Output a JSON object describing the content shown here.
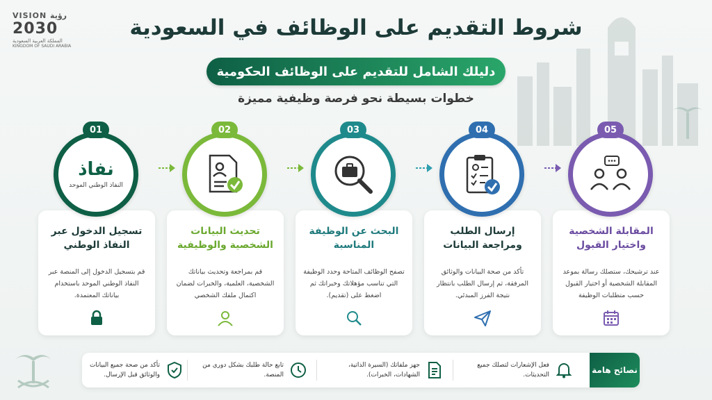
{
  "logo": {
    "vision_en": "VISION",
    "vision_ar": "رؤية",
    "year": "2030",
    "kingdom_ar": "المملكة العربية السعودية",
    "kingdom_en": "KINGDOM OF SAUDI ARABIA"
  },
  "title": "شروط التقديم على الوظائف في السعودية",
  "subtitle": "دليلك الشامل للتقديم على الوظائف الحكومية",
  "tagline": "خطوات بسيطة نحو فرصة وظيفية مميزة",
  "colors": {
    "step1": "#0e5f45",
    "step2": "#7bb93a",
    "step3": "#1f8a8c",
    "step4": "#2f6fb0",
    "step5": "#7a5bb0"
  },
  "steps": [
    {
      "number": "01",
      "circle_big": "نفاذ",
      "circle_small": "النفاذ الوطني الموحد",
      "title": "تسجيل الدخول عبر النفاذ الوطني",
      "text": "قم بتسجيل الدخول إلى المنصة عبر النفاذ الوطني الموحد باستخدام بياناتك المعتمدة.",
      "icon": "lock-icon"
    },
    {
      "number": "02",
      "title": "تحديث البيانات الشخصية والوظيفية",
      "text": "قم بمراجعة وتحديث بياناتك الشخصية، العلمية، والخبرات لضمان اكتمال ملفك الشخصي",
      "icon": "user-icon"
    },
    {
      "number": "03",
      "title": "البحث عن الوظيفة المناسبة",
      "text": "تصفح الوظائف المتاحة وحدد الوظيفة التي تناسب مؤهلاتك وخبراتك ثم اضغط على (تقديم).",
      "icon": "search-icon"
    },
    {
      "number": "04",
      "title": "إرسال الطلب ومراجعة البيانات",
      "text": "تأكد من صحة البيانات والوثائق المرفقة، ثم إرسال الطلب بانتظار نتيجة الفرز المبدئي.",
      "icon": "send-icon"
    },
    {
      "number": "05",
      "title": "المقابلة الشخصية واختيار القبول",
      "text": "عند ترشيحك، ستصلك رسالة بموعد المقابلة الشخصية أو اختيار القبول حسب متطلبات الوظيفة",
      "icon": "calendar-icon"
    }
  ],
  "tips": {
    "header": "نصائح هامة",
    "items": [
      {
        "text": "فعل الإشعارات لتصلك جميع التحديثات.",
        "icon": "bell-icon"
      },
      {
        "text": "جهز ملفاتك (السيرة الذاتية، الشهادات، الخبرات).",
        "icon": "document-icon"
      },
      {
        "text": "تابع حالة طلبك بشكل دوري من المنصة.",
        "icon": "clock-icon"
      },
      {
        "text": "تأكد من صحة جميع البيانات والوثائق قبل الإرسال.",
        "icon": "shield-check-icon"
      }
    ]
  }
}
